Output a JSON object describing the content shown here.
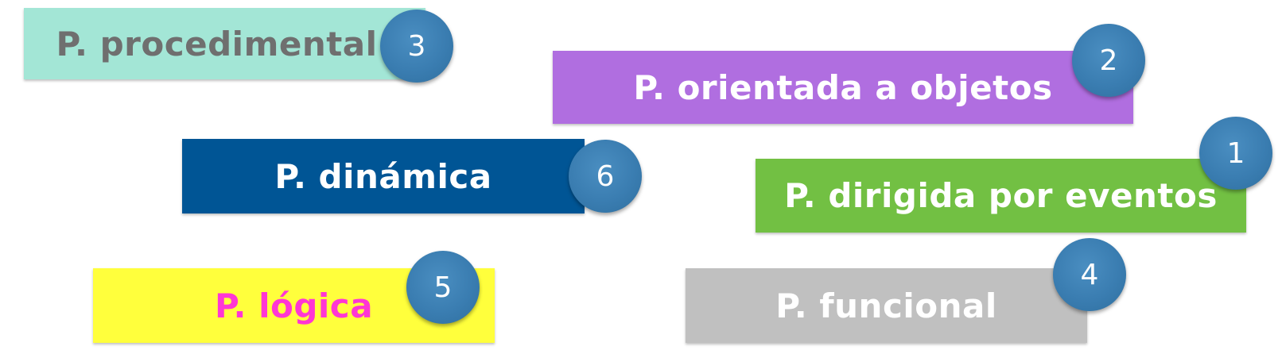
{
  "items": [
    {
      "label": "P. procedimental",
      "number": "3",
      "bg": "#a3e6d6",
      "fg": "#6f6f6f"
    },
    {
      "label": "P. orientada a objetos",
      "number": "2",
      "bg": "#b06ee0",
      "fg": "#ffffff"
    },
    {
      "label": "P. dinámica",
      "number": "6",
      "bg": "#005595",
      "fg": "#ffffff"
    },
    {
      "label": "P. dirigida por eventos",
      "number": "1",
      "bg": "#72c043",
      "fg": "#ffffff"
    },
    {
      "label": "P. lógica",
      "number": "5",
      "bg": "#ffff3c",
      "fg": "#ff36d4"
    },
    {
      "label": "P. funcional",
      "number": "4",
      "bg": "#c0c0c0",
      "fg": "#ffffff"
    }
  ],
  "badge_color": "#3a7db1"
}
